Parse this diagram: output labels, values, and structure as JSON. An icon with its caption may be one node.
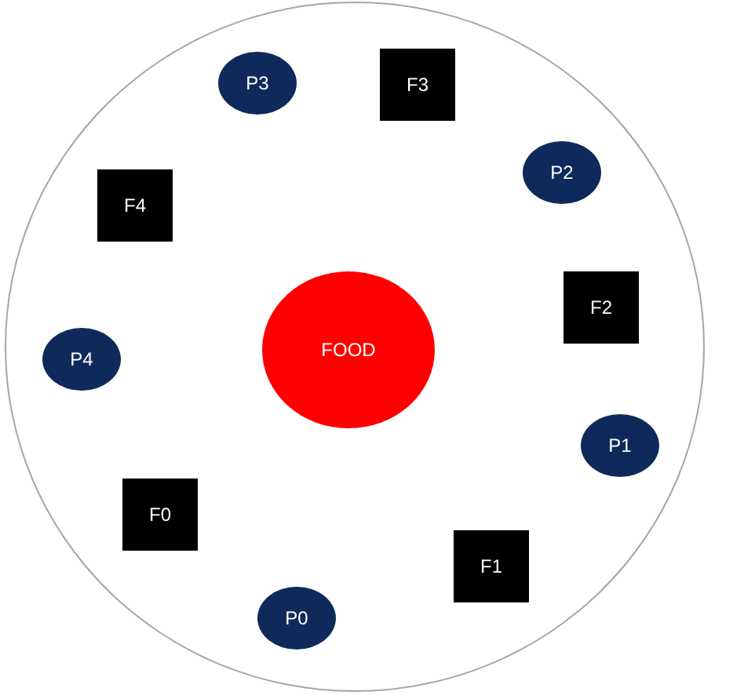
{
  "diagram": {
    "nodes": [
      {
        "text": [],
        "shape": "circle"
      },
      {
        "text": [
          "P3"
        ],
        "in": 0
      },
      {
        "text": [
          "F3"
        ],
        "in": 0
      },
      {
        "text": [
          "P2"
        ],
        "in": 0
      },
      {
        "text": [
          "F4"
        ],
        "in": 0
      },
      {
        "text": [
          "F2"
        ],
        "in": 0
      },
      {
        "text": [
          "FOOD"
        ],
        "in": 0
      },
      {
        "text": [
          "P4"
        ],
        "in": 0
      },
      {
        "text": [
          "P1"
        ],
        "in": 0
      },
      {
        "text": [
          "F0"
        ],
        "in": 0
      },
      {
        "text": [
          "F1"
        ],
        "in": 0
      },
      {
        "text": [
          "P0"
        ],
        "in": 0
      }
    ],
    "edges": []
  }
}
